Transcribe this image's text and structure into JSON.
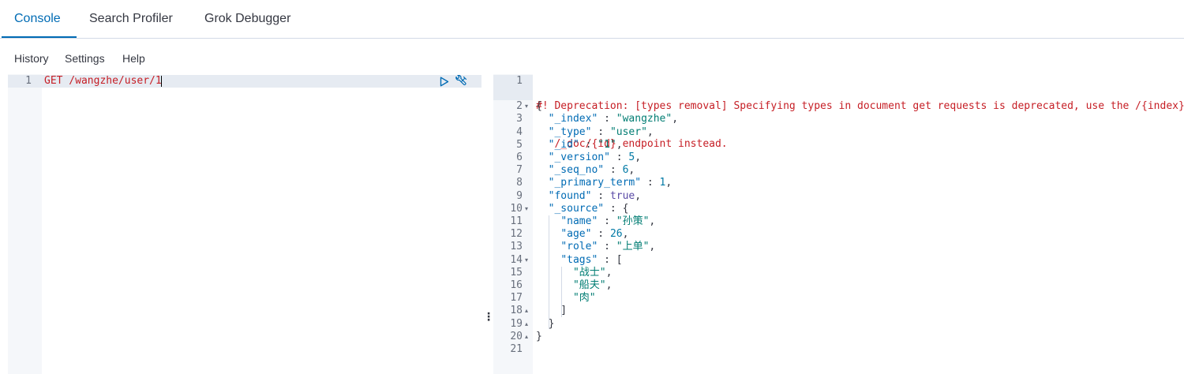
{
  "tabs": [
    {
      "label": "Console",
      "active": true
    },
    {
      "label": "Search Profiler",
      "active": false
    },
    {
      "label": "Grok Debugger",
      "active": false
    }
  ],
  "topnav": {
    "history": "History",
    "settings": "Settings",
    "help": "Help"
  },
  "request": {
    "lines": [
      {
        "n": "1",
        "text": "GET /wangzhe/user/1"
      }
    ],
    "icons": {
      "run": "play-icon",
      "copy": "wrench-icon"
    }
  },
  "response": {
    "line_numbers": [
      "1",
      "2",
      "3",
      "4",
      "5",
      "6",
      "7",
      "8",
      "9",
      "10",
      "11",
      "12",
      "13",
      "14",
      "15",
      "16",
      "17",
      "18",
      "19",
      "20",
      "21"
    ],
    "deprecation_line1": "#! Deprecation: [types removal] Specifying types in document get requests is deprecated, use the /{index}",
    "deprecation_line2": "   /_doc/{id} endpoint instead.",
    "lines": [
      {
        "n": "2",
        "parts": [
          [
            "p",
            "{"
          ]
        ]
      },
      {
        "n": "3",
        "parts": [
          [
            "p",
            "  "
          ],
          [
            "k",
            "\"_index\""
          ],
          [
            "p",
            " : "
          ],
          [
            "s",
            "\"wangzhe\""
          ],
          [
            "p",
            ","
          ]
        ]
      },
      {
        "n": "4",
        "parts": [
          [
            "p",
            "  "
          ],
          [
            "k",
            "\"_type\""
          ],
          [
            "p",
            " : "
          ],
          [
            "s",
            "\"user\""
          ],
          [
            "p",
            ","
          ]
        ]
      },
      {
        "n": "5",
        "parts": [
          [
            "p",
            "  "
          ],
          [
            "k",
            "\"_id\""
          ],
          [
            "p",
            " : "
          ],
          [
            "s",
            "\"1\""
          ],
          [
            "p",
            ","
          ]
        ]
      },
      {
        "n": "6",
        "parts": [
          [
            "p",
            "  "
          ],
          [
            "k",
            "\"_version\""
          ],
          [
            "p",
            " : "
          ],
          [
            "n",
            "5"
          ],
          [
            "p",
            ","
          ]
        ]
      },
      {
        "n": "7",
        "parts": [
          [
            "p",
            "  "
          ],
          [
            "k",
            "\"_seq_no\""
          ],
          [
            "p",
            " : "
          ],
          [
            "n",
            "6"
          ],
          [
            "p",
            ","
          ]
        ]
      },
      {
        "n": "8",
        "parts": [
          [
            "p",
            "  "
          ],
          [
            "k",
            "\"_primary_term\""
          ],
          [
            "p",
            " : "
          ],
          [
            "n",
            "1"
          ],
          [
            "p",
            ","
          ]
        ]
      },
      {
        "n": "9",
        "parts": [
          [
            "p",
            "  "
          ],
          [
            "k",
            "\"found\""
          ],
          [
            "p",
            " : "
          ],
          [
            "b",
            "true"
          ],
          [
            "p",
            ","
          ]
        ]
      },
      {
        "n": "10",
        "parts": [
          [
            "p",
            "  "
          ],
          [
            "k",
            "\"_source\""
          ],
          [
            "p",
            " : {"
          ]
        ]
      },
      {
        "n": "11",
        "parts": [
          [
            "p",
            "    "
          ],
          [
            "k",
            "\"name\""
          ],
          [
            "p",
            " : "
          ],
          [
            "s",
            "\"孙策\""
          ],
          [
            "p",
            ","
          ]
        ]
      },
      {
        "n": "12",
        "parts": [
          [
            "p",
            "    "
          ],
          [
            "k",
            "\"age\""
          ],
          [
            "p",
            " : "
          ],
          [
            "n",
            "26"
          ],
          [
            "p",
            ","
          ]
        ]
      },
      {
        "n": "13",
        "parts": [
          [
            "p",
            "    "
          ],
          [
            "k",
            "\"role\""
          ],
          [
            "p",
            " : "
          ],
          [
            "s",
            "\"上单\""
          ],
          [
            "p",
            ","
          ]
        ]
      },
      {
        "n": "14",
        "parts": [
          [
            "p",
            "    "
          ],
          [
            "k",
            "\"tags\""
          ],
          [
            "p",
            " : ["
          ]
        ]
      },
      {
        "n": "15",
        "parts": [
          [
            "p",
            "      "
          ],
          [
            "s",
            "\"战士\""
          ],
          [
            "p",
            ","
          ]
        ]
      },
      {
        "n": "16",
        "parts": [
          [
            "p",
            "      "
          ],
          [
            "s",
            "\"船夫\""
          ],
          [
            "p",
            ","
          ]
        ]
      },
      {
        "n": "17",
        "parts": [
          [
            "p",
            "      "
          ],
          [
            "s",
            "\"肉\""
          ]
        ]
      },
      {
        "n": "18",
        "parts": [
          [
            "p",
            "    ]"
          ]
        ]
      },
      {
        "n": "19",
        "parts": [
          [
            "p",
            "  }"
          ]
        ]
      },
      {
        "n": "20",
        "parts": [
          [
            "p",
            "}"
          ]
        ]
      },
      {
        "n": "21",
        "parts": [
          [
            "p",
            ""
          ]
        ]
      }
    ],
    "folds": {
      "2": "down",
      "10": "down",
      "14": "down",
      "18": "up",
      "19": "up",
      "20": "up"
    }
  },
  "colors": {
    "accent": "#006bb4",
    "error": "#c61e25",
    "string": "#017d73"
  }
}
